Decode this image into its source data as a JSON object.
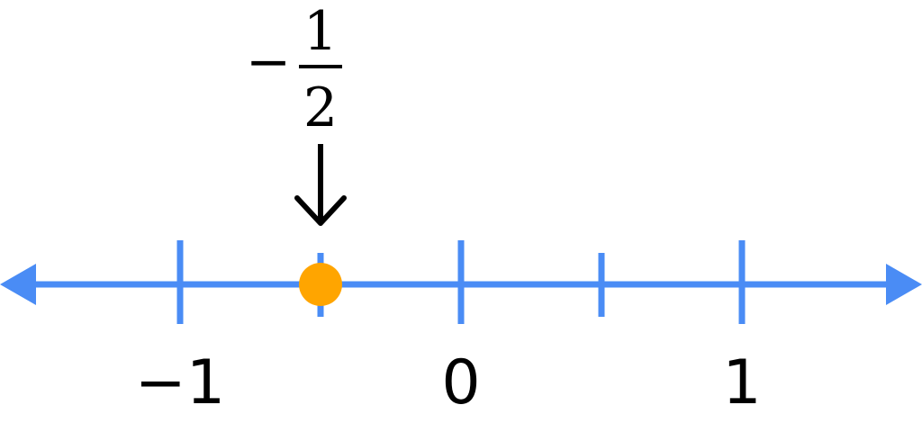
{
  "number_line": {
    "tick_labels": [
      "−1",
      "0",
      "1"
    ],
    "marked_point": {
      "value": -0.5,
      "label": {
        "sign": "−",
        "numerator": "1",
        "denominator": "2"
      },
      "color": "#FFA500"
    },
    "line_color": "#4A8CF5",
    "label_color": "#000000"
  },
  "chart_data": {
    "type": "scatter",
    "series": [
      {
        "x": [
          -0.5
        ],
        "y": [
          0
        ]
      }
    ],
    "x_ticks": [
      -1,
      -0.5,
      0,
      0.5,
      1
    ],
    "tick_labels": [
      "−1",
      "0",
      "1"
    ],
    "annotations": [
      "−1/2"
    ]
  }
}
